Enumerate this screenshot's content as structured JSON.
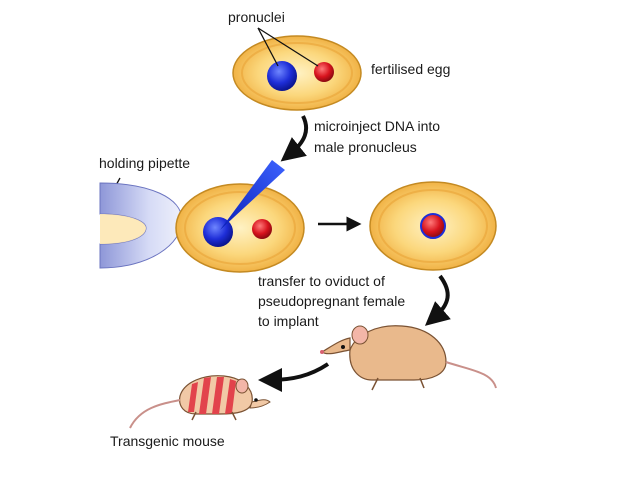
{
  "labels": {
    "pronuclei": "pronuclei",
    "fertilised_egg": "fertilised egg",
    "microinject_line1": "microinject DNA into",
    "microinject_line2": "male pronucleus",
    "holding_pipette": "holding pipette",
    "transfer_line1": "transfer to oviduct of",
    "transfer_line2": "pseudopregnant female",
    "transfer_line3": "to implant",
    "transgenic_mouse": "Transgenic mouse"
  },
  "colors": {
    "egg_fill": "#f7c75a",
    "egg_rim": "#e8a32a",
    "egg_center": "#fbe7a8",
    "male_pronucleus": "#1e2ed8",
    "female_pronucleus": "#d8141e",
    "pipette": "#c9cff2",
    "needle": "#1a3ae0",
    "arrow": "#111111",
    "mouse_body": "#e8b98a",
    "mouse_stripes": "#e0404a"
  },
  "icons": {
    "step_arrows": "curved-arrow-icon",
    "mouse": "mouse-icon"
  }
}
